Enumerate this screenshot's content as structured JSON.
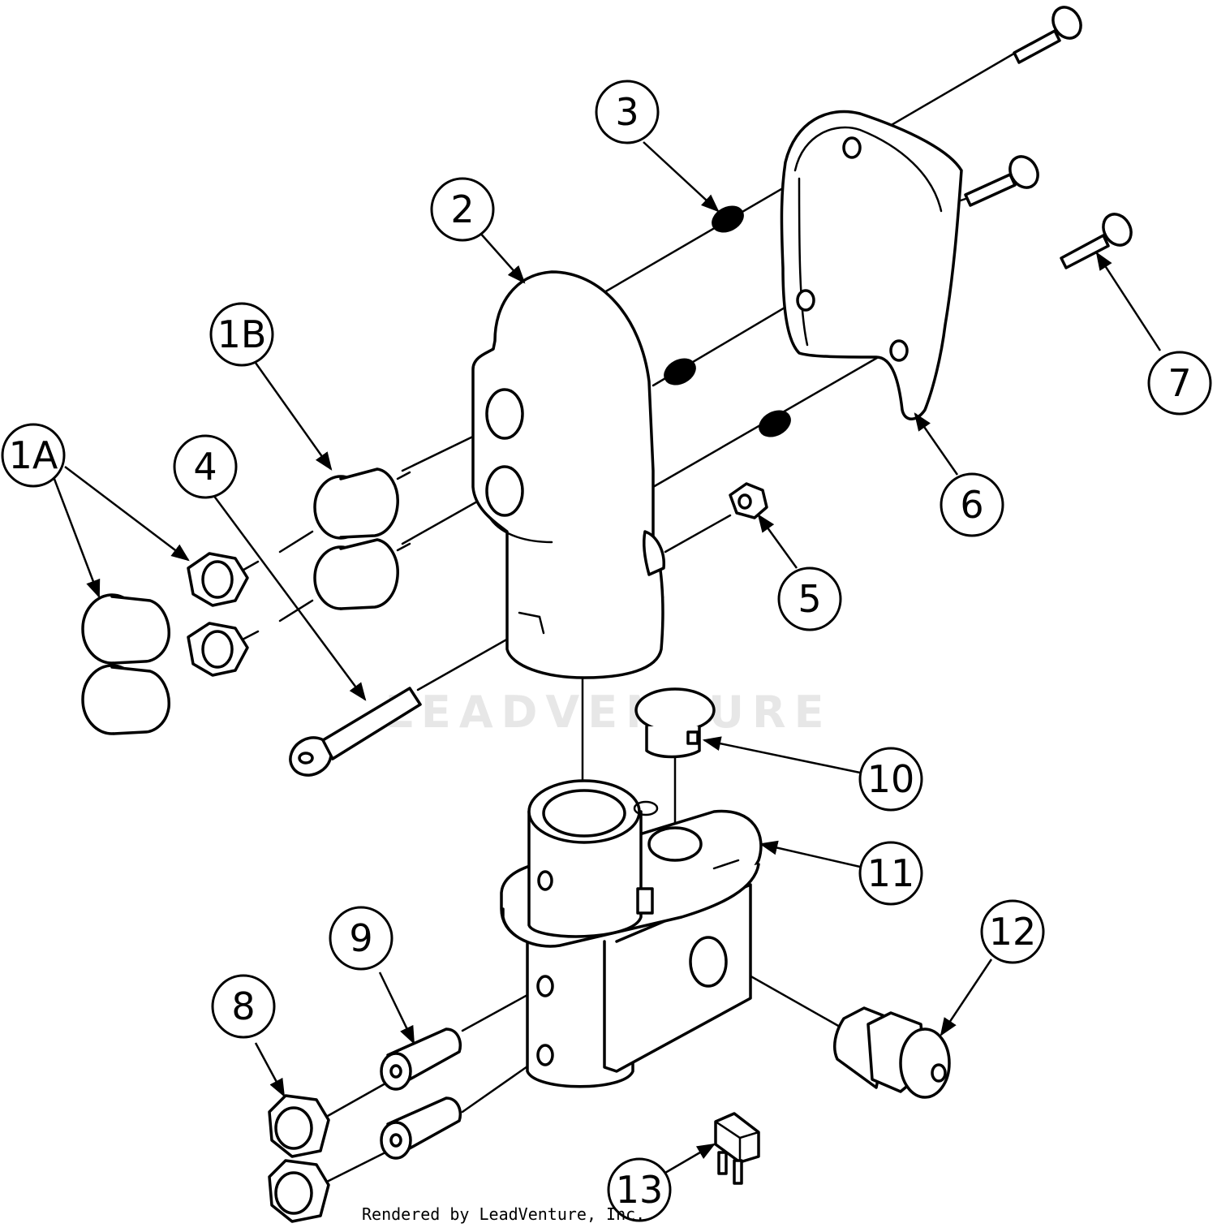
{
  "watermark": "LEADVENTURE",
  "footer": "Rendered by LeadVenture, Inc.",
  "callouts": [
    {
      "id": "1A",
      "label": "1A"
    },
    {
      "id": "1B",
      "label": "1B"
    },
    {
      "id": "2",
      "label": "2"
    },
    {
      "id": "3",
      "label": "3"
    },
    {
      "id": "4",
      "label": "4"
    },
    {
      "id": "5",
      "label": "5"
    },
    {
      "id": "6",
      "label": "6"
    },
    {
      "id": "7",
      "label": "7"
    },
    {
      "id": "8",
      "label": "8"
    },
    {
      "id": "9",
      "label": "9"
    },
    {
      "id": "10",
      "label": "10"
    },
    {
      "id": "11",
      "label": "11"
    },
    {
      "id": "12",
      "label": "12"
    },
    {
      "id": "13",
      "label": "13"
    }
  ]
}
